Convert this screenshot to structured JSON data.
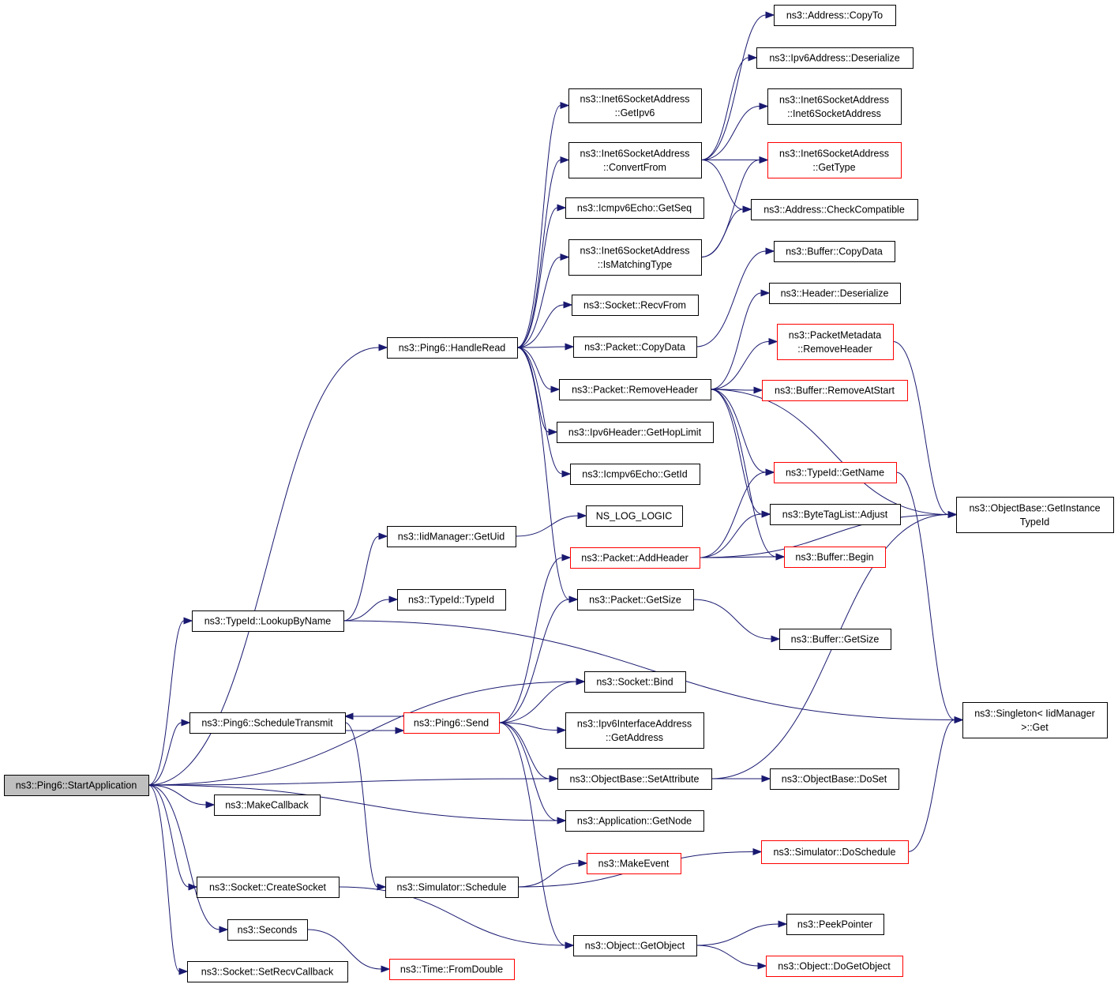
{
  "diagram": {
    "type": "call-graph",
    "root": "ns3::Ping6::StartApplication",
    "colors": {
      "edge": "#191970",
      "node_border": "#000000",
      "truncated_node_border": "#ff0000",
      "root_fill": "#bfbfbf"
    },
    "nodes": [
      {
        "id": "start_app",
        "label": [
          "ns3::Ping6::StartApplication"
        ],
        "root": true
      },
      {
        "id": "handle_read",
        "label": [
          "ns3::Ping6::HandleRead"
        ]
      },
      {
        "id": "iid_getuid",
        "label": [
          "ns3::IidManager::GetUid"
        ]
      },
      {
        "id": "lookup_by_name",
        "label": [
          "ns3::TypeId::LookupByName"
        ]
      },
      {
        "id": "typeid_typeid",
        "label": [
          "ns3::TypeId::TypeId"
        ]
      },
      {
        "id": "sched_transmit",
        "label": [
          "ns3::Ping6::ScheduleTransmit"
        ]
      },
      {
        "id": "ping6_send",
        "label": [
          "ns3::Ping6::Send"
        ],
        "truncated": true
      },
      {
        "id": "make_callback",
        "label": [
          "ns3::MakeCallback"
        ]
      },
      {
        "id": "create_socket",
        "label": [
          "ns3::Socket::CreateSocket"
        ]
      },
      {
        "id": "sim_schedule",
        "label": [
          "ns3::Simulator::Schedule"
        ]
      },
      {
        "id": "seconds",
        "label": [
          "ns3::Seconds"
        ]
      },
      {
        "id": "set_recv_cb",
        "label": [
          "ns3::Socket::SetRecvCallback"
        ]
      },
      {
        "id": "time_fromdouble",
        "label": [
          "ns3::Time::FromDouble"
        ],
        "truncated": true
      },
      {
        "id": "inet6_getipv6",
        "label": [
          "ns3::Inet6SocketAddress",
          "::GetIpv6"
        ]
      },
      {
        "id": "inet6_convertfrom",
        "label": [
          "ns3::Inet6SocketAddress",
          "::ConvertFrom"
        ]
      },
      {
        "id": "icmp_getseq",
        "label": [
          "ns3::Icmpv6Echo::GetSeq"
        ]
      },
      {
        "id": "inet6_ismatching",
        "label": [
          "ns3::Inet6SocketAddress",
          "::IsMatchingType"
        ]
      },
      {
        "id": "socket_recvfrom",
        "label": [
          "ns3::Socket::RecvFrom"
        ]
      },
      {
        "id": "packet_copydata",
        "label": [
          "ns3::Packet::CopyData"
        ]
      },
      {
        "id": "packet_removeheader",
        "label": [
          "ns3::Packet::RemoveHeader"
        ]
      },
      {
        "id": "ipv6_gethoplimit",
        "label": [
          "ns3::Ipv6Header::GetHopLimit"
        ]
      },
      {
        "id": "icmp_getid",
        "label": [
          "ns3::Icmpv6Echo::GetId"
        ]
      },
      {
        "id": "ns_log_logic",
        "label": [
          "NS_LOG_LOGIC"
        ]
      },
      {
        "id": "packet_addheader",
        "label": [
          "ns3::Packet::AddHeader"
        ],
        "truncated": true
      },
      {
        "id": "packet_getsize",
        "label": [
          "ns3::Packet::GetSize"
        ]
      },
      {
        "id": "socket_bind",
        "label": [
          "ns3::Socket::Bind"
        ]
      },
      {
        "id": "ipv6if_getaddress",
        "label": [
          "ns3::Ipv6InterfaceAddress",
          "::GetAddress"
        ]
      },
      {
        "id": "objbase_setattr",
        "label": [
          "ns3::ObjectBase::SetAttribute"
        ]
      },
      {
        "id": "app_getnode",
        "label": [
          "ns3::Application::GetNode"
        ]
      },
      {
        "id": "make_event",
        "label": [
          "ns3::MakeEvent"
        ],
        "truncated": true
      },
      {
        "id": "object_getobject",
        "label": [
          "ns3::Object::GetObject"
        ]
      },
      {
        "id": "addr_copyto",
        "label": [
          "ns3::Address::CopyTo"
        ]
      },
      {
        "id": "ipv6addr_deserialize",
        "label": [
          "ns3::Ipv6Address::Deserialize"
        ]
      },
      {
        "id": "inet6_ctor",
        "label": [
          "ns3::Inet6SocketAddress",
          "::Inet6SocketAddress"
        ]
      },
      {
        "id": "inet6_gettype",
        "label": [
          "ns3::Inet6SocketAddress",
          "::GetType"
        ],
        "truncated": true
      },
      {
        "id": "addr_checkcompat",
        "label": [
          "ns3::Address::CheckCompatible"
        ]
      },
      {
        "id": "buffer_copydata",
        "label": [
          "ns3::Buffer::CopyData"
        ]
      },
      {
        "id": "header_deserialize",
        "label": [
          "ns3::Header::Deserialize"
        ]
      },
      {
        "id": "pktmeta_removeheader",
        "label": [
          "ns3::PacketMetadata",
          "::RemoveHeader"
        ],
        "truncated": true
      },
      {
        "id": "buffer_removeatstart",
        "label": [
          "ns3::Buffer::RemoveAtStart"
        ],
        "truncated": true
      },
      {
        "id": "typeid_getname",
        "label": [
          "ns3::TypeId::GetName"
        ],
        "truncated": true
      },
      {
        "id": "bytetag_adjust",
        "label": [
          "ns3::ByteTagList::Adjust"
        ]
      },
      {
        "id": "buffer_begin",
        "label": [
          "ns3::Buffer::Begin"
        ],
        "truncated": true
      },
      {
        "id": "buffer_getsize",
        "label": [
          "ns3::Buffer::GetSize"
        ]
      },
      {
        "id": "objbase_doset",
        "label": [
          "ns3::ObjectBase::DoSet"
        ]
      },
      {
        "id": "sim_doschedule",
        "label": [
          "ns3::Simulator::DoSchedule"
        ],
        "truncated": true
      },
      {
        "id": "peek_pointer",
        "label": [
          "ns3::PeekPointer"
        ]
      },
      {
        "id": "object_dogetobject",
        "label": [
          "ns3::Object::DoGetObject"
        ],
        "truncated": true
      },
      {
        "id": "objbase_getinstancetypeid",
        "label": [
          "ns3::ObjectBase::GetInstance",
          "TypeId"
        ]
      },
      {
        "id": "singleton_get",
        "label": [
          "ns3::Singleton< IidManager",
          ">::Get"
        ]
      }
    ],
    "edges": [
      [
        "start_app",
        "handle_read"
      ],
      [
        "start_app",
        "lookup_by_name"
      ],
      [
        "start_app",
        "socket_bind"
      ],
      [
        "start_app",
        "sched_transmit"
      ],
      [
        "start_app",
        "objbase_setattr"
      ],
      [
        "start_app",
        "make_callback"
      ],
      [
        "start_app",
        "app_getnode"
      ],
      [
        "start_app",
        "create_socket"
      ],
      [
        "start_app",
        "seconds"
      ],
      [
        "start_app",
        "set_recv_cb"
      ],
      [
        "handle_read",
        "inet6_getipv6"
      ],
      [
        "handle_read",
        "inet6_convertfrom"
      ],
      [
        "handle_read",
        "icmp_getseq"
      ],
      [
        "handle_read",
        "inet6_ismatching"
      ],
      [
        "handle_read",
        "socket_recvfrom"
      ],
      [
        "handle_read",
        "packet_copydata"
      ],
      [
        "handle_read",
        "packet_removeheader"
      ],
      [
        "handle_read",
        "ipv6_gethoplimit"
      ],
      [
        "handle_read",
        "icmp_getid"
      ],
      [
        "handle_read",
        "packet_getsize"
      ],
      [
        "lookup_by_name",
        "iid_getuid"
      ],
      [
        "lookup_by_name",
        "typeid_typeid"
      ],
      [
        "lookup_by_name",
        "singleton_get"
      ],
      [
        "iid_getuid",
        "ns_log_logic"
      ],
      [
        "sched_transmit",
        "ping6_send"
      ],
      [
        "sched_transmit",
        "sim_schedule"
      ],
      [
        "ping6_send",
        "sched_transmit"
      ],
      [
        "ping6_send",
        "packet_addheader"
      ],
      [
        "ping6_send",
        "packet_getsize"
      ],
      [
        "ping6_send",
        "socket_bind"
      ],
      [
        "ping6_send",
        "ipv6if_getaddress"
      ],
      [
        "ping6_send",
        "objbase_setattr"
      ],
      [
        "ping6_send",
        "app_getnode"
      ],
      [
        "ping6_send",
        "object_getobject"
      ],
      [
        "create_socket",
        "object_getobject"
      ],
      [
        "seconds",
        "time_fromdouble"
      ],
      [
        "sim_schedule",
        "make_event"
      ],
      [
        "sim_schedule",
        "sim_doschedule"
      ],
      [
        "inet6_convertfrom",
        "addr_copyto"
      ],
      [
        "inet6_convertfrom",
        "ipv6addr_deserialize"
      ],
      [
        "inet6_convertfrom",
        "inet6_ctor"
      ],
      [
        "inet6_convertfrom",
        "inet6_gettype"
      ],
      [
        "inet6_convertfrom",
        "addr_checkcompat"
      ],
      [
        "inet6_ismatching",
        "inet6_gettype"
      ],
      [
        "inet6_ismatching",
        "addr_checkcompat"
      ],
      [
        "packet_copydata",
        "buffer_copydata"
      ],
      [
        "packet_removeheader",
        "header_deserialize"
      ],
      [
        "packet_removeheader",
        "pktmeta_removeheader"
      ],
      [
        "packet_removeheader",
        "buffer_removeatstart"
      ],
      [
        "packet_removeheader",
        "typeid_getname"
      ],
      [
        "packet_removeheader",
        "bytetag_adjust"
      ],
      [
        "packet_removeheader",
        "buffer_begin"
      ],
      [
        "packet_removeheader",
        "objbase_getinstancetypeid"
      ],
      [
        "packet_addheader",
        "typeid_getname"
      ],
      [
        "packet_addheader",
        "bytetag_adjust"
      ],
      [
        "packet_addheader",
        "buffer_begin"
      ],
      [
        "packet_addheader",
        "objbase_getinstancetypeid"
      ],
      [
        "packet_getsize",
        "buffer_getsize"
      ],
      [
        "objbase_setattr",
        "objbase_doset"
      ],
      [
        "objbase_setattr",
        "objbase_getinstancetypeid"
      ],
      [
        "pktmeta_removeheader",
        "objbase_getinstancetypeid"
      ],
      [
        "typeid_getname",
        "singleton_get"
      ],
      [
        "sim_doschedule",
        "singleton_get"
      ],
      [
        "object_getobject",
        "peek_pointer"
      ],
      [
        "object_getobject",
        "object_dogetobject"
      ]
    ]
  }
}
